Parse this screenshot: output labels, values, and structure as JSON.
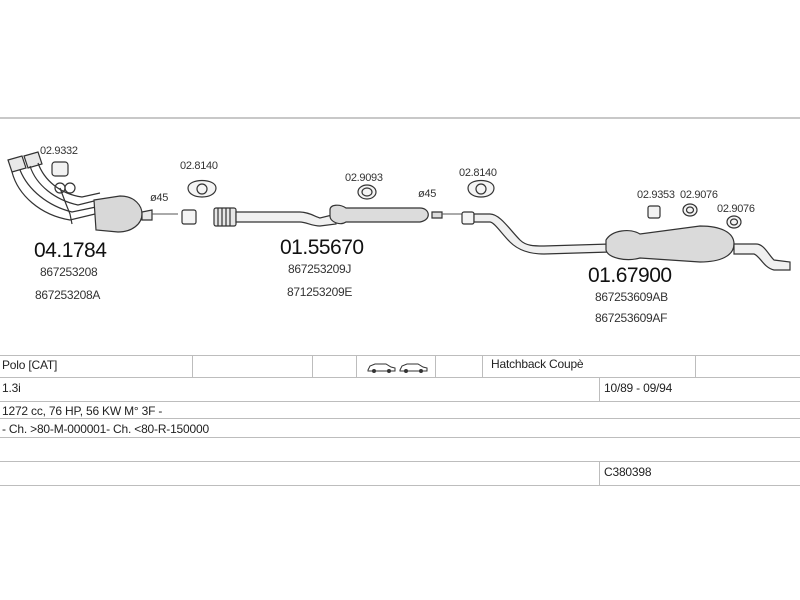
{
  "parts": [
    {
      "id": "manifold",
      "number": "04.1784",
      "oem": [
        "867253208",
        "867253208A"
      ]
    },
    {
      "id": "middle-silencer",
      "number": "01.55670",
      "oem": [
        "867253209J",
        "871253209E"
      ]
    },
    {
      "id": "rear-silencer",
      "number": "01.67900",
      "oem": [
        "867253609AB",
        "867253609AF"
      ]
    }
  ],
  "accessories": {
    "clamp_manifold": "02.9332",
    "flange_1": "02.8140",
    "ring_middle": "02.9093",
    "flange_2": "02.8140",
    "clip_rear": "02.9353",
    "ring_rear_1": "02.9076",
    "ring_rear_2": "02.9076"
  },
  "diameters": {
    "d1": "ø45",
    "d2": "ø45"
  },
  "vehicle": {
    "model": "Polo  [CAT]",
    "body": "Hatchback Coupè",
    "engine": "1.3i",
    "years": "10/89 - 09/94",
    "spec": "1272 cc, 76 HP, 56 KW M° 3F -",
    "chassis": "- Ch. >80-M-000001- Ch. <80-R-150000",
    "code": "C380398"
  }
}
